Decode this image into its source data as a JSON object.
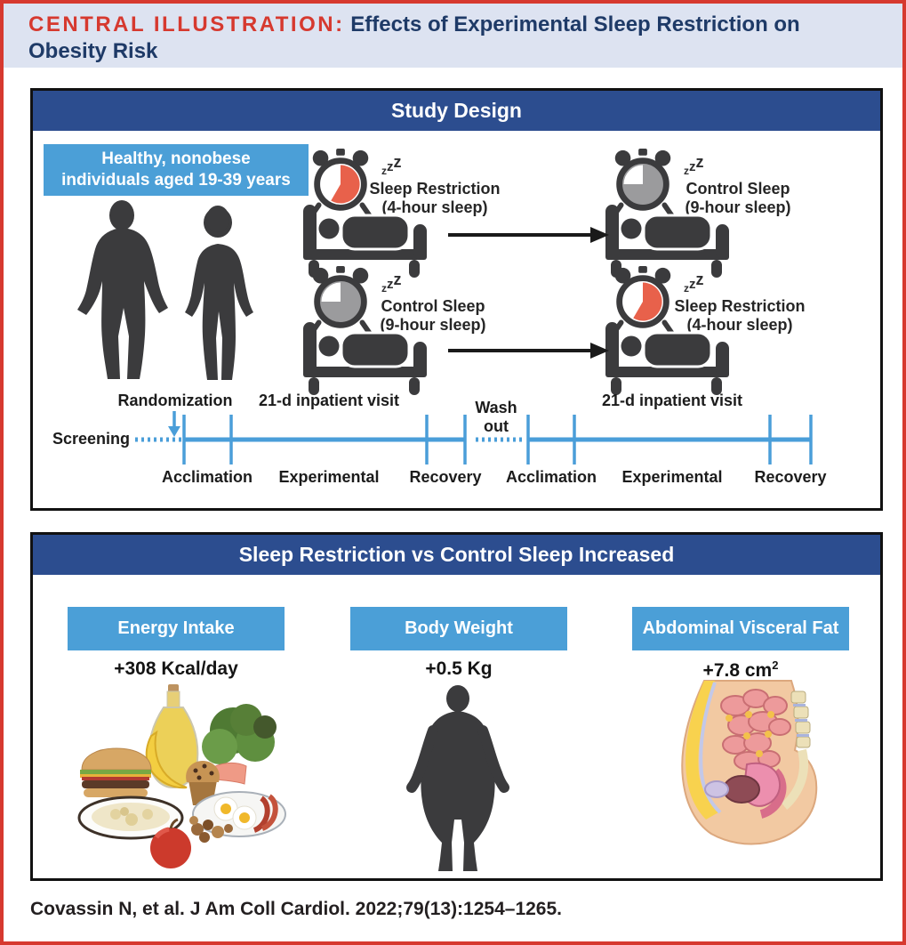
{
  "header": {
    "eyebrow": "CENTRAL ILLUSTRATION:",
    "title_line1": "Effects of Experimental Sleep Restriction on",
    "title_line2": "Obesity Risk"
  },
  "study_design": {
    "panel_title": "Study Design",
    "population_line1": "Healthy, nonobese",
    "population_line2": "individuals aged 19-39 years",
    "zzz": [
      "z",
      "z",
      "z"
    ],
    "arms": [
      {
        "condition": "Sleep Restriction",
        "detail": "(4-hour sleep)",
        "clock_type": "red-restricted"
      },
      {
        "condition": "Control Sleep",
        "detail": "(9-hour sleep)",
        "clock_type": "gray-control"
      },
      {
        "condition": "Control Sleep",
        "detail": "(9-hour sleep)",
        "clock_type": "gray-control"
      },
      {
        "condition": "Sleep Restriction",
        "detail": "(4-hour sleep)",
        "clock_type": "red-restricted"
      }
    ],
    "randomization_label": "Randomization",
    "screening_label": "Screening",
    "inpatient_label_left": "21-d inpatient visit",
    "inpatient_label_right": "21-d inpatient visit",
    "washout_line1": "Wash",
    "washout_line2": "out",
    "phases": [
      "Acclimation",
      "Experimental",
      "Recovery",
      "Acclimation",
      "Experimental",
      "Recovery"
    ]
  },
  "outcomes": {
    "panel_title": "Sleep Restriction vs Control Sleep Increased",
    "items": [
      {
        "label": "Energy Intake",
        "value": "+308 Kcal/day"
      },
      {
        "label": "Body Weight",
        "value": "+0.5 Kg"
      },
      {
        "label": "Abdominal Visceral Fat",
        "value": "+7.8 cm",
        "value_superscript": "2"
      }
    ]
  },
  "citation": "Covassin N, et al. J Am Coll Cardiol. 2022;79(13):1254–1265.",
  "colors": {
    "accent_red": "#d6392f",
    "navy": "#2c4d8f",
    "navy_text": "#1e3a67",
    "light_blue": "#4b9fd7",
    "timeline_blue": "#4a9ed9",
    "charcoal": "#3b3b3d",
    "clock_red": "#e8614b",
    "clock_gray": "#9b9b9d",
    "header_band": "#dde3f1"
  }
}
